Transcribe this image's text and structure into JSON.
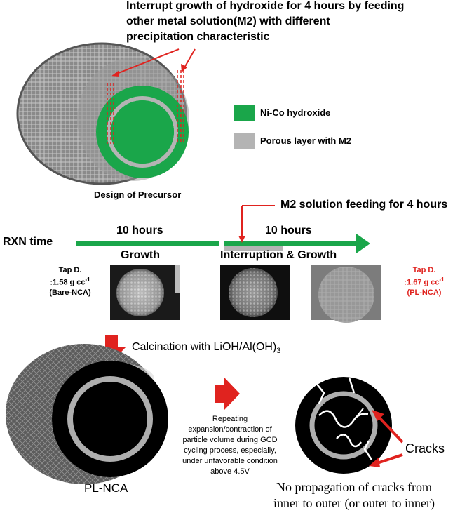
{
  "top": {
    "title_line1": "Interrupt growth of hydroxide for 4 hours by feeding",
    "title_line2": "other metal solution(M2) with different",
    "title_line3": "precipitation characteristic",
    "design_label": "Design of Precursor"
  },
  "legend": {
    "item1": "Ni-Co hydroxide",
    "item2": "Porous layer with M2",
    "color1": "#1aa64a",
    "color2": "#b4b4b4"
  },
  "timeline": {
    "feeding_label": "M2 solution feeding for 4 hours",
    "rxn_label": "RXN time",
    "hours1": "10 hours",
    "hours2": "10 hours",
    "growth_label": "Growth",
    "interruption_label": "Interruption & Growth",
    "arrow_color": "#1aa64a"
  },
  "tap_left": {
    "line1": "Tap D.",
    "line2": ":1.58 g cc",
    "sup": "-1",
    "line3": "(Bare-NCA)"
  },
  "tap_right": {
    "line1": "Tap D.",
    "line2": ":1.67 g cc",
    "sup": "-1",
    "line3": "(PL-NCA)"
  },
  "calcination": {
    "label_main": "Calcination with LiOH/Al(OH)",
    "label_sub": "3"
  },
  "bottom": {
    "pl_nca": "PL-NCA",
    "repeating_line1": "Repeating",
    "repeating_line2": "expansion/contraction of",
    "repeating_line3": "particle volume during GCD",
    "repeating_line4": "cycling process, especially,",
    "repeating_line5": "under unfavorable condition",
    "repeating_line6": "above 4.5V",
    "cracks_label": "Cracks",
    "no_prop_line1": "No propagation of cracks from",
    "no_prop_line2": "inner to outer (or outer to inner)"
  }
}
